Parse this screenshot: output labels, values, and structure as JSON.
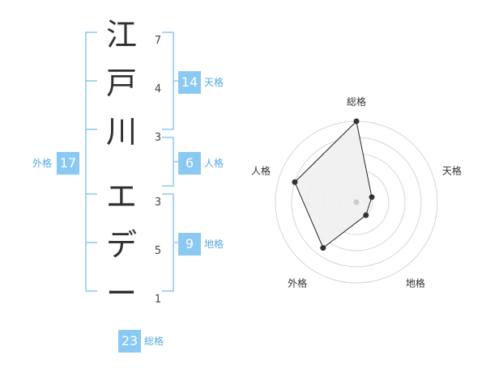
{
  "name": {
    "chars": [
      "江",
      "戸",
      "川",
      "エ",
      "デ",
      "ー"
    ],
    "strokes": [
      "7",
      "4",
      "3",
      "3",
      "5",
      "1"
    ]
  },
  "scores": {
    "tenkaku": {
      "value": "14",
      "label": "天格"
    },
    "jinkaku": {
      "value": "6",
      "label": "人格"
    },
    "chikaku": {
      "value": "9",
      "label": "地格"
    },
    "gaikaku": {
      "value": "17",
      "label": "外格"
    },
    "soukaku": {
      "value": "23",
      "label": "総格"
    }
  },
  "radar": {
    "axes": [
      "総格",
      "天格",
      "地格",
      "外格",
      "人格"
    ],
    "levels": 5,
    "values": [
      5,
      1,
      1,
      3.5,
      4
    ]
  },
  "colors": {
    "accent": "#8ac9f2",
    "accent_text": "#57a9df",
    "bracket": "#8ac9f2",
    "radar_fill": "#f0f0f0",
    "radar_ring": "#d6d6d6",
    "radar_point": "#333333"
  }
}
